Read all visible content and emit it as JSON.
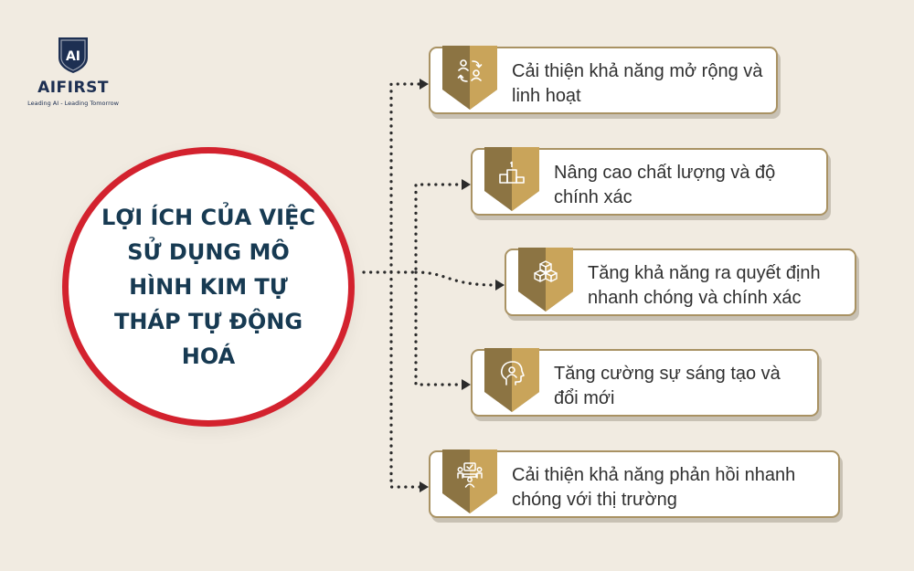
{
  "logo": {
    "mark": "AI",
    "name": "AIFIRST",
    "tagline": "Leading AI - Leading Tomorrow"
  },
  "center": {
    "title": "LỢI ÍCH CỦA VIỆC SỬ DỤNG MÔ HÌNH KIM TỰ THÁP TỰ ĐỘNG HOÁ"
  },
  "colors": {
    "circle_border": "#d3222e",
    "title_text": "#173a52",
    "card_border": "#a99263",
    "badge_dark": "#8c7443",
    "badge_light": "#c9a45a",
    "background": "#f1ebe1"
  },
  "benefits": [
    {
      "text": "Cải thiện khả năng mở rộng và linh hoạt",
      "icon": "team-exchange-icon"
    },
    {
      "text": "Nâng cao chất lượng và độ chính xác",
      "icon": "podium-icon"
    },
    {
      "text": "Tăng khả năng ra quyết định nhanh chóng và chính xác",
      "icon": "boxes-icon"
    },
    {
      "text": "Tăng cường sự sáng tạo và đổi mới",
      "icon": "creative-mind-icon"
    },
    {
      "text": "Cải thiện khả năng phản hồi nhanh chóng với thị trường",
      "icon": "meeting-feedback-icon"
    }
  ]
}
